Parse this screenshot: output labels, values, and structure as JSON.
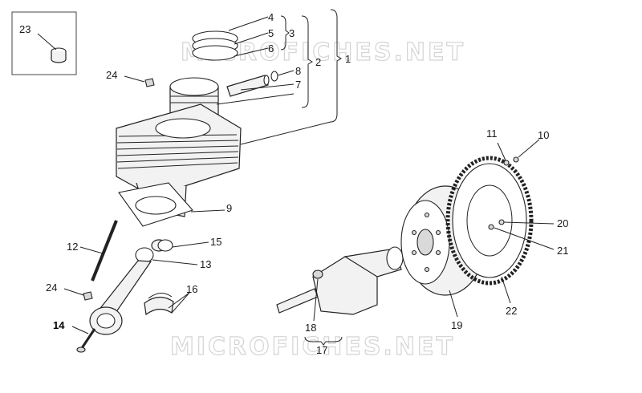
{
  "watermark": "MICROFICHES.NET",
  "callouts": {
    "c1": "1",
    "c2": "2",
    "c3": "3",
    "c4": "4",
    "c5": "5",
    "c6": "6",
    "c7": "7",
    "c8": "8",
    "c9": "9",
    "c10": "10",
    "c11": "11",
    "c12": "12",
    "c13": "13",
    "c14": "14",
    "c15": "15",
    "c16": "16",
    "c17": "17",
    "c18": "18",
    "c19": "19",
    "c20": "20",
    "c21": "21",
    "c22": "22",
    "c23": "23",
    "c24a": "24",
    "c24b": "24"
  },
  "colors": {
    "line": "#222222",
    "fill": "#f2f2f2",
    "watermark": "#d4d4d4"
  }
}
